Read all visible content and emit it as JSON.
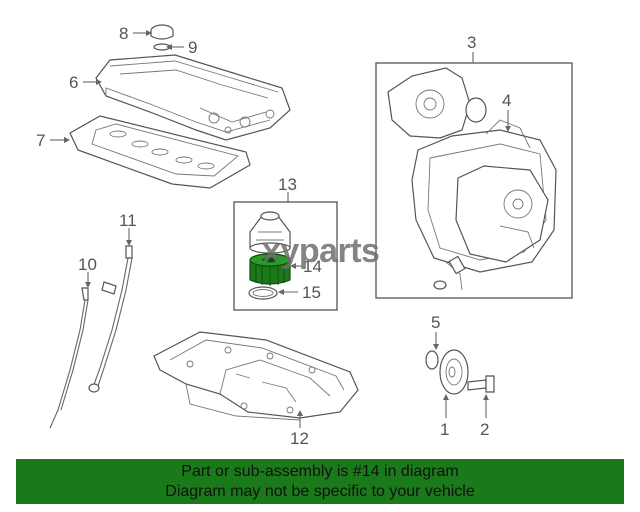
{
  "callouts": [
    "1",
    "2",
    "3",
    "4",
    "5",
    "6",
    "7",
    "8",
    "9",
    "10",
    "11",
    "12",
    "13",
    "14",
    "15"
  ],
  "highlight_color": "#1a7a1a",
  "watermark": "xyparts",
  "banner": {
    "line1": "Part or sub-assembly is #14 in diagram",
    "line2": "Diagram may not be specific to your vehicle"
  }
}
